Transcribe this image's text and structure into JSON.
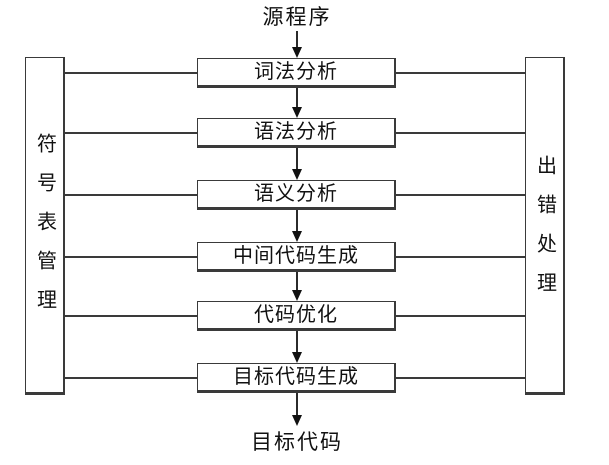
{
  "diagram": {
    "type": "flowchart",
    "title_top": "源程序",
    "title_bottom": "目标代码",
    "stages": [
      {
        "label": "词法分析"
      },
      {
        "label": "语法分析"
      },
      {
        "label": "语义分析"
      },
      {
        "label": "中间代码生成"
      },
      {
        "label": "代码优化"
      },
      {
        "label": "目标代码生成"
      }
    ],
    "left_panel": {
      "label": "符号表管理"
    },
    "right_panel": {
      "label": "出错处理"
    },
    "colors": {
      "line": "#3a3a3a",
      "text": "#111111",
      "background": "#ffffff"
    }
  }
}
